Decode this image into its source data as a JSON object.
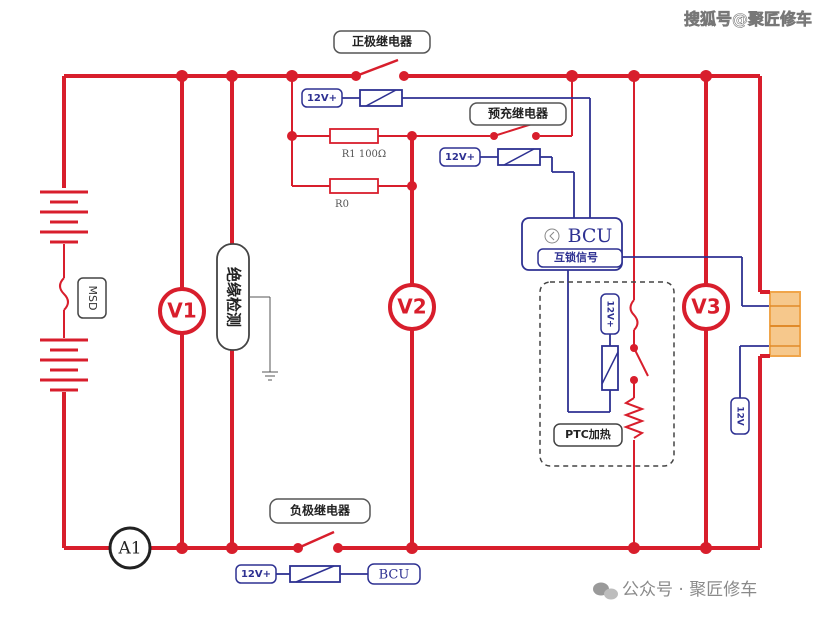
{
  "watermark_top": "搜狐号@聚匠修车",
  "watermark_bottom": "公众号 · 聚匠修车",
  "relays": {
    "positive": "正极继电器",
    "precharge": "预充继电器",
    "negative": "负极继电器"
  },
  "coil_supply": "12V+",
  "resistors": {
    "r1": "R1  100Ω",
    "r0": "R0"
  },
  "bcu": {
    "label": "BCU",
    "interlock": "互锁信号"
  },
  "insulation": "绝缘检测",
  "battery_fuse": "MSD",
  "voltmeters": [
    "V1",
    "V2",
    "V3"
  ],
  "ammeter": "A1",
  "ptc": {
    "label": "PTC加热",
    "supply": "12V+"
  },
  "connector_supply": "12V",
  "neg_coil_target": "BCU",
  "colors": {
    "hv": "#d81e2c",
    "lv": "#2e3192",
    "connector": "#f0a54a"
  }
}
